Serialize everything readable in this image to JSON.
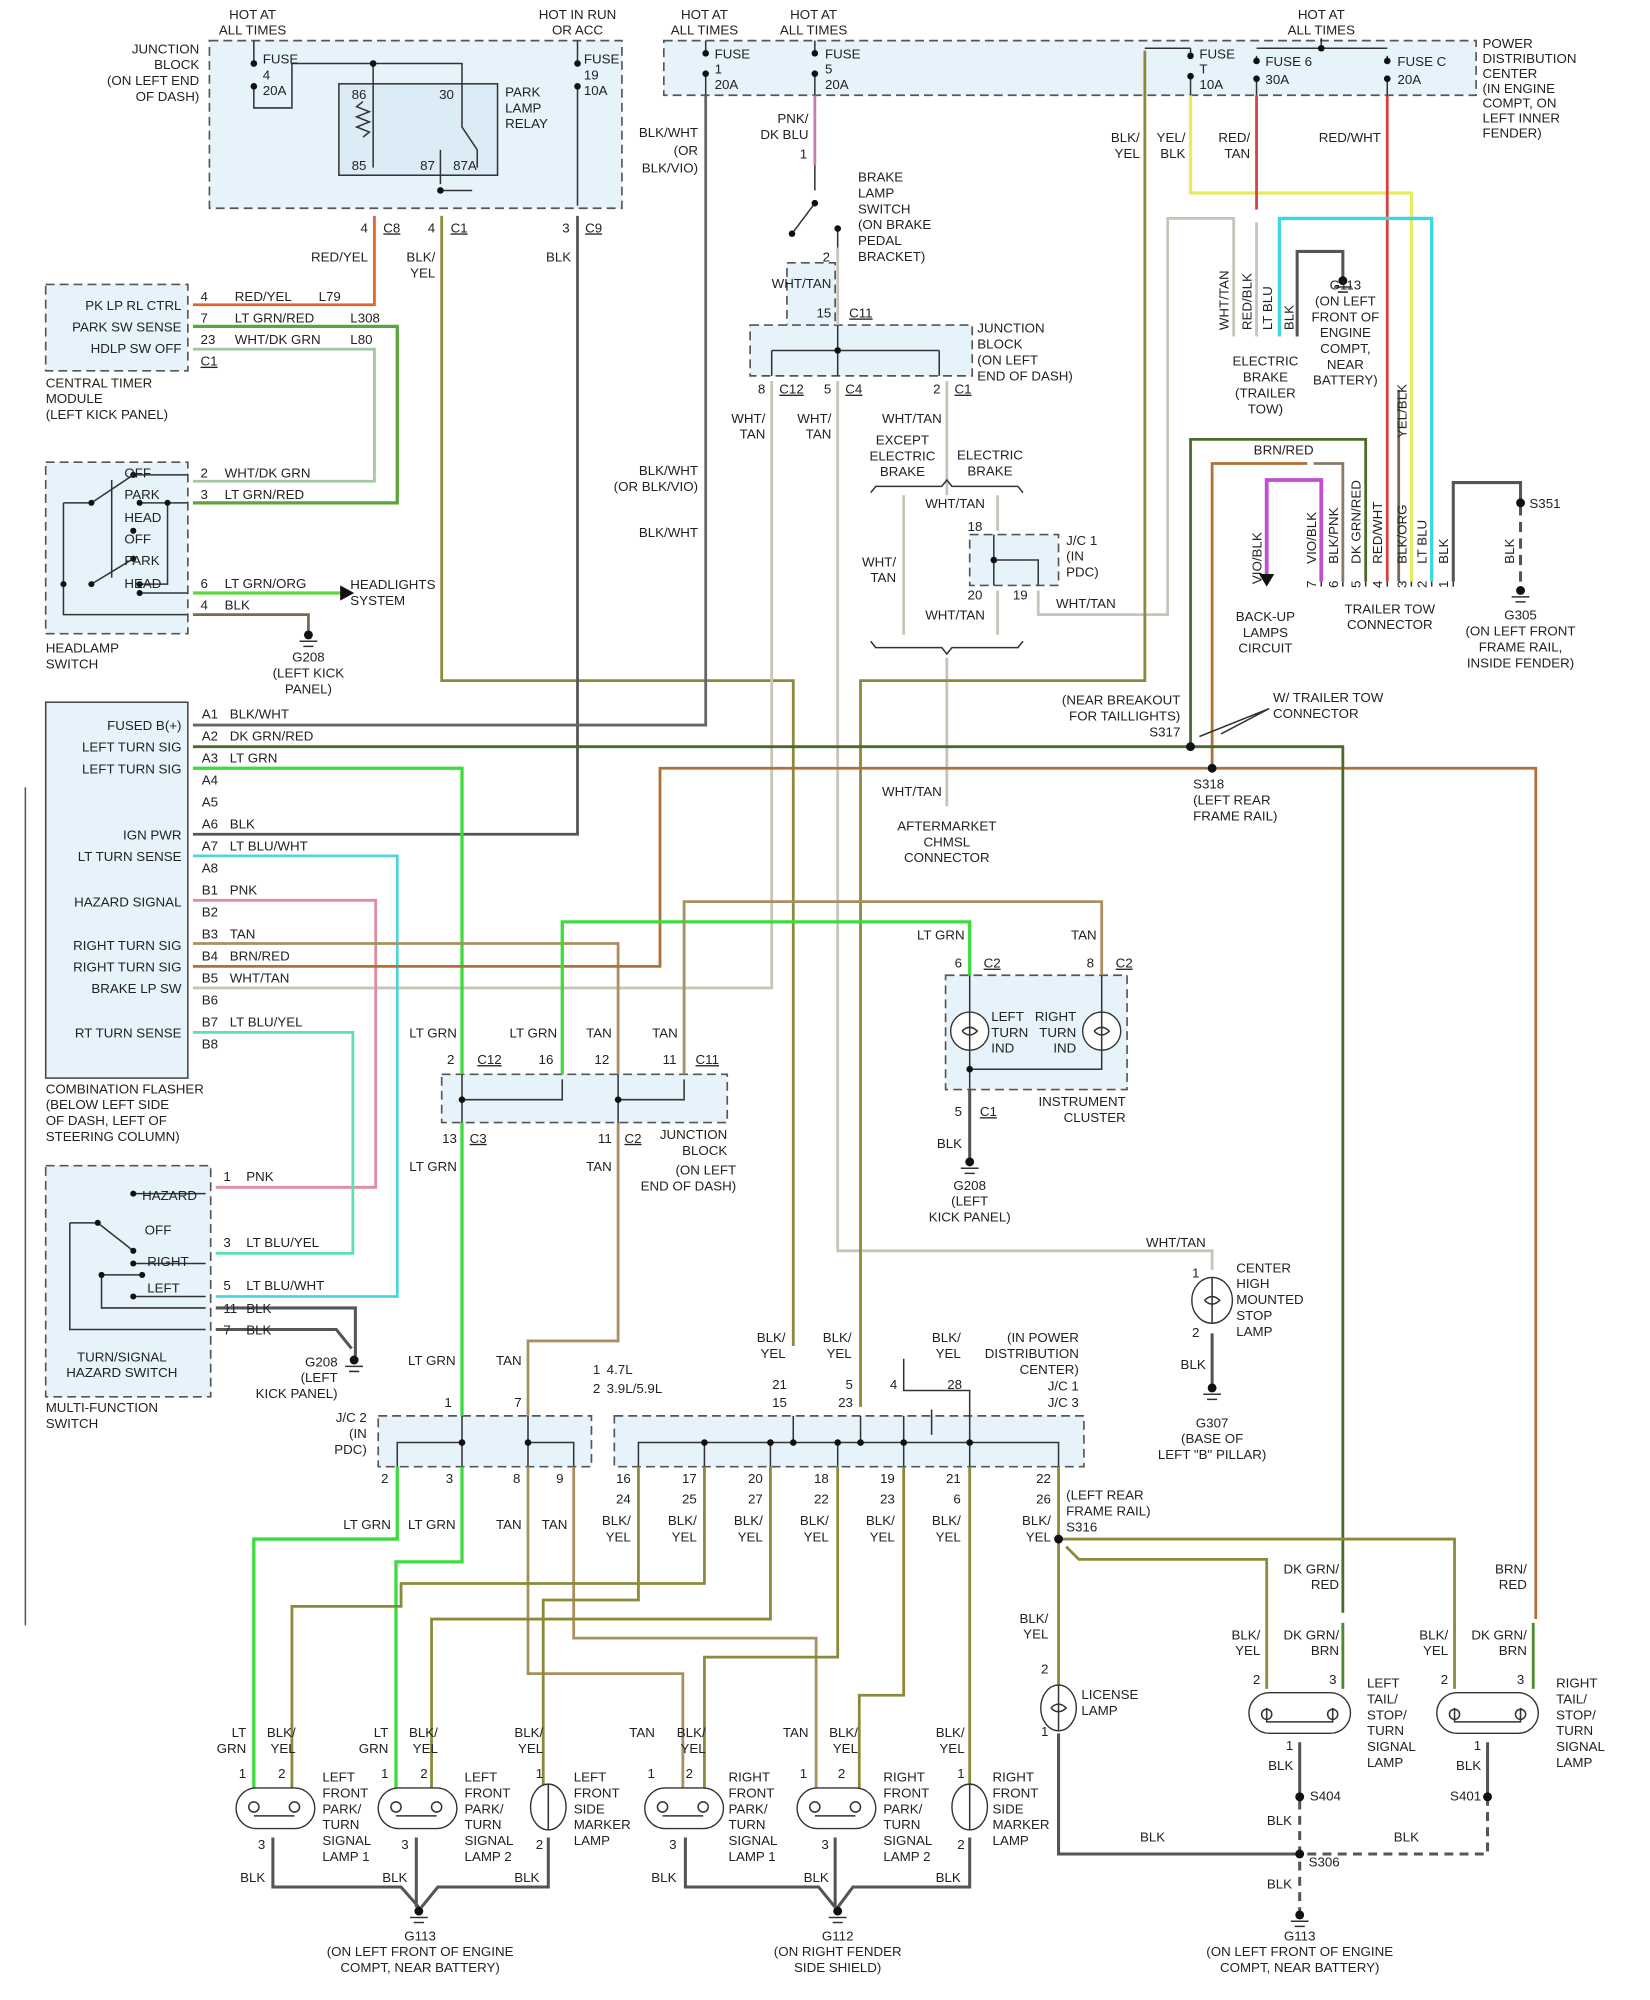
{
  "title": "Exterior Lighting / Turn Signal Wiring Diagram",
  "colors": {
    "BLK": "#555555",
    "BLK_WHT": "#666666",
    "BLK_YEL": "#8c8a3a",
    "RED_YEL": "#e0662a",
    "LT_GRN": "#3ddc3d",
    "LT_GRN_RED": "#5aa63a",
    "WHT_DK_GRN": "#a5c7a5",
    "LT_GRN_ORG": "#5fd83f",
    "DK_GRN_RED": "#4a6b2a",
    "LT_BLU": "#3ad8e0",
    "LT_BLU_WHT": "#4fd3df",
    "LT_BLU_YEL": "#5fe0b0",
    "PNK": "#e08ca0",
    "TAN": "#a89060",
    "BRN_RED": "#b0703a",
    "WHT_TAN": "#c8c4b8",
    "PNK_DK_BLU": "#c080b0",
    "YEL_BLK": "#eaea60",
    "RED_TAN": "#d84040",
    "RED_WHT": "#d84040",
    "VIO_BLK": "#c050d0",
    "BLK_ORG": "#7a6a50",
    "panel_fill": "#e6f3fb"
  },
  "junction_block_top": {
    "label": [
      "JUNCTION",
      "BLOCK",
      "(ON LEFT END",
      "OF DASH)"
    ],
    "hot1": [
      "HOT AT",
      "ALL TIMES"
    ],
    "hot2": [
      "HOT IN RUN",
      "OR ACC"
    ],
    "fuse4": [
      "FUSE",
      "4",
      "20A"
    ],
    "fuse19": [
      "FUSE",
      "19",
      "10A"
    ],
    "relay": [
      "PARK",
      "LAMP",
      "RELAY"
    ],
    "pins": {
      "p86": "86",
      "p30": "30",
      "p85": "85",
      "p87": "87",
      "p87a": "87A"
    },
    "conn": [
      {
        "pin": "4",
        "name": "C8"
      },
      {
        "pin": "4",
        "name": "C1"
      },
      {
        "pin": "3",
        "name": "C9"
      }
    ],
    "wires": {
      "red_yel": "RED/YEL",
      "blk_yel": [
        "BLK/",
        "YEL"
      ],
      "blk": "BLK"
    }
  },
  "pdc": {
    "label": [
      "POWER",
      "DISTRIBUTION",
      "CENTER",
      "(IN ENGINE",
      "COMPT, ON",
      "LEFT INNER",
      "FENDER)"
    ],
    "hot_a": [
      "HOT AT",
      "ALL TIMES"
    ],
    "hot_b": [
      "HOT AT",
      "ALL TIMES"
    ],
    "hot_c": [
      "HOT AT",
      "ALL TIMES"
    ],
    "fuses": [
      {
        "name": "FUSE",
        "id": "1",
        "amp": "20A"
      },
      {
        "name": "FUSE",
        "id": "5",
        "amp": "20A"
      },
      {
        "name": "FUSE",
        "id": "T",
        "amp": "10A"
      },
      {
        "name": "FUSE 6",
        "id": "",
        "amp": "30A"
      },
      {
        "name": "FUSE C",
        "id": "",
        "amp": "20A"
      }
    ],
    "wires": {
      "blk_wht": [
        "BLK/WHT",
        "(OR",
        "BLK/VIO)"
      ],
      "pnk_dk_blu": [
        "PNK/",
        "DK BLU"
      ],
      "blk_yel": [
        "BLK/",
        "YEL"
      ],
      "yel_blk": [
        "YEL/",
        "BLK"
      ],
      "red_tan": [
        "RED/",
        "TAN"
      ],
      "red_wht": "RED/WHT"
    }
  },
  "brake_switch": {
    "label": [
      "BRAKE",
      "LAMP",
      "SWITCH",
      "(ON BRAKE",
      "PEDAL",
      "BRACKET)"
    ],
    "pin1": "1",
    "pin2": "2",
    "wire": "WHT/TAN"
  },
  "junction_block_mid": {
    "label": [
      "JUNCTION",
      "BLOCK",
      "(ON LEFT",
      "END OF DASH)"
    ],
    "in": {
      "pin": "15",
      "name": "C11"
    },
    "outs": [
      {
        "pin": "8",
        "name": "C12"
      },
      {
        "pin": "5",
        "name": "C4"
      },
      {
        "pin": "2",
        "name": "C1"
      }
    ],
    "wires": {
      "w1": [
        "WHT/",
        "TAN"
      ],
      "w2": [
        "WHT/",
        "TAN"
      ],
      "w3": "WHT/TAN"
    }
  },
  "brake_options": {
    "except": [
      "EXCEPT",
      "ELECTRIC",
      "BRAKE"
    ],
    "electric": [
      "ELECTRIC",
      "BRAKE"
    ],
    "wht_tan_a": "WHT/TAN",
    "wht_tan_b": [
      "WHT/",
      "TAN"
    ],
    "wht_tan_c": "WHT/TAN",
    "wht_tan_d": "WHT/TAN",
    "wht_tan_e": "WHT/TAN",
    "jc1": [
      "J/C 1",
      "(IN",
      "PDC)"
    ],
    "p18": "18",
    "p20": "20",
    "p19": "19",
    "chmsl_conn": [
      "AFTERMARKET",
      "CHMSL",
      "CONNECTOR"
    ]
  },
  "blk_wht_lower": {
    "upper": [
      "BLK/WHT",
      "(OR BLK/VIO)"
    ],
    "lower": "BLK/WHT"
  },
  "electric_brake": {
    "vert": [
      "WHT/TAN",
      "RED/BLK",
      "LT BLU",
      "BLK"
    ],
    "label": [
      "ELECTRIC",
      "BRAKE",
      "(TRAILER",
      "TOW)"
    ],
    "g113": [
      "G113",
      "(ON LEFT",
      "FRONT OF",
      "ENGINE",
      "COMPT,",
      "NEAR",
      "BATTERY)"
    ]
  },
  "trailer_tow": {
    "label": [
      "TRAILER TOW",
      "CONNECTOR"
    ],
    "pins": [
      {
        "pin": "7",
        "wire": "VIO/BLK"
      },
      {
        "pin": "6",
        "wire": "BLK/PNK"
      },
      {
        "pin": "5",
        "wire": "DK GRN/RED"
      },
      {
        "pin": "4",
        "wire": "RED/WHT"
      },
      {
        "pin": "3",
        "wire": "BLK/ORG"
      },
      {
        "pin": "2",
        "wire": "LT BLU"
      },
      {
        "pin": "1",
        "wire": "BLK"
      }
    ],
    "yel_blk": "YEL/BLK",
    "brn_red": "BRN/RED",
    "backup": [
      "BACK-UP",
      "LAMPS",
      "CIRCUIT"
    ],
    "vio_blk": "VIO/BLK",
    "s351": "S351",
    "blk": "BLK",
    "g305": [
      "G305",
      "(ON LEFT FRONT",
      "FRAME RAIL,",
      "INSIDE FENDER)"
    ]
  },
  "splices": {
    "s317": [
      "(NEAR BREAKOUT",
      "FOR TAILLIGHTS)",
      "S317"
    ],
    "w_trailer": [
      "W/ TRAILER TOW",
      "CONNECTOR"
    ],
    "s318": [
      "S318",
      "(LEFT REAR",
      "FRAME RAIL)"
    ]
  },
  "ctm": {
    "label": [
      "CENTRAL TIMER",
      "MODULE",
      "(LEFT KICK PANEL)"
    ],
    "rows": [
      {
        "name": "PK LP RL CTRL",
        "pin": "4",
        "wire": "RED/YEL",
        "circuit": "L79"
      },
      {
        "name": "PARK SW SENSE",
        "pin": "7",
        "wire": "LT GRN/RED",
        "circuit": "L308"
      },
      {
        "name": "HDLP SW OFF",
        "pin": "23",
        "wire": "WHT/DK GRN",
        "circuit": "L80"
      }
    ],
    "conn": "C1"
  },
  "headlamp_switch": {
    "label": [
      "HEADLAMP",
      "SWITCH"
    ],
    "positions": [
      "OFF",
      "PARK",
      "HEAD",
      "OFF",
      "PARK",
      "HEAD"
    ],
    "rows": [
      {
        "pin": "2",
        "wire": "WHT/DK GRN"
      },
      {
        "pin": "3",
        "wire": "LT GRN/RED"
      },
      {
        "pin": "6",
        "wire": "LT GRN/ORG"
      },
      {
        "pin": "4",
        "wire": "BLK"
      }
    ],
    "headlights": [
      "HEADLIGHTS",
      "SYSTEM"
    ],
    "g208": [
      "G208",
      "(LEFT KICK",
      "PANEL)"
    ]
  },
  "flasher": {
    "label": [
      "COMBINATION FLASHER",
      "(BELOW LEFT SIDE",
      "OF DASH, LEFT OF",
      "STEERING COLUMN)"
    ],
    "functions": [
      "FUSED B(+)",
      "LEFT TURN SIG",
      "LEFT TURN SIG",
      "IGN PWR",
      "LT TURN SENSE",
      "HAZARD SIGNAL",
      "RIGHT TURN SIG",
      "RIGHT TURN SIG",
      "BRAKE LP SW",
      "RT TURN SENSE"
    ],
    "pins": [
      {
        "pin": "A1",
        "wire": "BLK/WHT"
      },
      {
        "pin": "A2",
        "wire": "DK GRN/RED"
      },
      {
        "pin": "A3",
        "wire": "LT GRN"
      },
      {
        "pin": "A4",
        "wire": ""
      },
      {
        "pin": "A5",
        "wire": ""
      },
      {
        "pin": "A6",
        "wire": "BLK"
      },
      {
        "pin": "A7",
        "wire": "LT BLU/WHT"
      },
      {
        "pin": "A8",
        "wire": ""
      },
      {
        "pin": "B1",
        "wire": "PNK"
      },
      {
        "pin": "B2",
        "wire": ""
      },
      {
        "pin": "B3",
        "wire": "TAN"
      },
      {
        "pin": "B4",
        "wire": "BRN/RED"
      },
      {
        "pin": "B5",
        "wire": "WHT/TAN"
      },
      {
        "pin": "B6",
        "wire": ""
      },
      {
        "pin": "B7",
        "wire": "LT BLU/YEL"
      },
      {
        "pin": "B8",
        "wire": ""
      }
    ]
  },
  "jb_lower": {
    "label": [
      "JUNCTION",
      "BLOCK",
      "(ON LEFT",
      "END OF DASH)"
    ],
    "top": [
      {
        "pin": "2",
        "name": "C12",
        "wire": "LT GRN"
      },
      {
        "pin": "16",
        "name": "",
        "wire": "LT GRN"
      },
      {
        "pin": "12",
        "name": "",
        "wire": "TAN"
      },
      {
        "pin": "11",
        "name": "C11",
        "wire": "TAN"
      }
    ],
    "bottom": [
      {
        "pin": "13",
        "name": "C3",
        "wire": "LT GRN"
      },
      {
        "pin": "11",
        "name": "C2",
        "wire": "TAN"
      }
    ]
  },
  "cluster": {
    "label": [
      "INSTRUMENT",
      "CLUSTER"
    ],
    "left": [
      "LEFT",
      "TURN",
      "IND"
    ],
    "right": [
      "RIGHT",
      "TURN",
      "IND"
    ],
    "c2a": {
      "pin": "6",
      "name": "C2",
      "wire": "LT GRN"
    },
    "c2b": {
      "pin": "8",
      "name": "C2",
      "wire": "TAN"
    },
    "c1": {
      "pin": "5",
      "name": "C1",
      "wire": "BLK"
    },
    "g208": [
      "G208",
      "(LEFT",
      "KICK PANEL)"
    ]
  },
  "chmsl": {
    "wire": "WHT/TAN",
    "label": [
      "CENTER",
      "HIGH",
      "MOUNTED",
      "STOP",
      "LAMP"
    ],
    "p1": "1",
    "p2": "2",
    "blk": "BLK",
    "g307": [
      "G307",
      "(BASE OF",
      "LEFT \"B\" PILLAR)"
    ]
  },
  "mfs": {
    "inner": [
      "TURN/SIGNAL",
      "HAZARD SWITCH"
    ],
    "outer": [
      "MULTI-FUNCTION",
      "SWITCH"
    ],
    "positions": [
      "HAZARD",
      "OFF",
      "RIGHT",
      "LEFT"
    ],
    "rows": [
      {
        "pin": "1",
        "wire": "PNK"
      },
      {
        "pin": "3",
        "wire": "LT BLU/YEL"
      },
      {
        "pin": "5",
        "wire": "LT BLU/WHT"
      },
      {
        "pin": "11",
        "wire": "BLK"
      },
      {
        "pin": "7",
        "wire": "BLK"
      }
    ],
    "g208": [
      "G208",
      "(LEFT",
      "KICK PANEL)"
    ]
  },
  "jc2": {
    "label": [
      "J/C 2",
      "(IN",
      "PDC)"
    ],
    "top": [
      {
        "pin": "1",
        "wire": "LT GRN"
      },
      {
        "pin": "7",
        "wire": "TAN"
      }
    ],
    "bottom": [
      {
        "pin": "2",
        "wire": "LT GRN"
      },
      {
        "pin": "3",
        "wire": "LT GRN"
      },
      {
        "pin": "8",
        "wire": "TAN"
      },
      {
        "pin": "9",
        "wire": "TAN"
      }
    ]
  },
  "legend": {
    "n1": "1",
    "n2": "2",
    "l1": "4.7L",
    "l2": "3.9L/5.9L"
  },
  "jc13": {
    "label": [
      "(IN POWER",
      "DISTRIBUTION",
      "CENTER)"
    ],
    "jc1": "J/C 1",
    "jc3": "J/C 3",
    "top": [
      {
        "a": "21",
        "b": "15",
        "wire": [
          "BLK/",
          "YEL"
        ]
      },
      {
        "a": "5",
        "b": "23",
        "wire": [
          "BLK/",
          "YEL"
        ]
      },
      {
        "a": "4",
        "b": "",
        "wire": [
          "BLK/",
          "YEL"
        ]
      },
      {
        "a": "28",
        "b": "",
        "wire": []
      }
    ],
    "bottom": [
      {
        "a": "16",
        "b": "24"
      },
      {
        "a": "17",
        "b": "25"
      },
      {
        "a": "20",
        "b": "27"
      },
      {
        "a": "18",
        "b": "22"
      },
      {
        "a": "19",
        "b": "23"
      },
      {
        "a": "21",
        "b": "6"
      },
      {
        "a": "22",
        "b": "26"
      }
    ],
    "wire": [
      "BLK/",
      "YEL"
    ],
    "s316": [
      "(LEFT REAR",
      "FRAME RAIL)",
      "S316"
    ]
  },
  "front_lamps": [
    {
      "label": [
        "LEFT",
        "FRONT",
        "PARK/",
        "TURN",
        "SIGNAL",
        "LAMP 1"
      ],
      "w1": [
        "LT",
        "GRN"
      ],
      "w2": [
        "BLK/",
        "YEL"
      ],
      "p": [
        "1",
        "2",
        "3"
      ],
      "gnd": "BLK"
    },
    {
      "label": [
        "LEFT",
        "FRONT",
        "PARK/",
        "TURN",
        "SIGNAL",
        "LAMP 2"
      ],
      "w1": [
        "LT",
        "GRN"
      ],
      "w2": [
        "BLK/",
        "YEL"
      ],
      "p": [
        "1",
        "2",
        "3"
      ],
      "gnd": "BLK"
    },
    {
      "label": [
        "LEFT",
        "FRONT",
        "SIDE",
        "MARKER",
        "LAMP"
      ],
      "w1": [
        "BLK/",
        "YEL"
      ],
      "p": [
        "1",
        "2"
      ],
      "gnd": "BLK"
    },
    {
      "label": [
        "RIGHT",
        "FRONT",
        "PARK/",
        "TURN",
        "SIGNAL",
        "LAMP 1"
      ],
      "w1": [
        "TAN"
      ],
      "w2": [
        "BLK/",
        "YEL"
      ],
      "p": [
        "1",
        "2",
        "3"
      ],
      "gnd": "BLK"
    },
    {
      "label": [
        "RIGHT",
        "FRONT",
        "PARK/",
        "TURN",
        "SIGNAL",
        "LAMP 2"
      ],
      "w1": [
        "TAN"
      ],
      "w2": [
        "BLK/",
        "YEL"
      ],
      "p": [
        "1",
        "2",
        "3"
      ],
      "gnd": "BLK"
    },
    {
      "label": [
        "RIGHT",
        "FRONT",
        "SIDE",
        "MARKER",
        "LAMP"
      ],
      "w1": [
        "BLK/",
        "YEL"
      ],
      "p": [
        "1",
        "2"
      ],
      "gnd": "BLK"
    }
  ],
  "grounds_bottom": {
    "g113a": [
      "G113",
      "(ON LEFT FRONT OF ENGINE",
      "COMPT, NEAR BATTERY)"
    ],
    "g112": [
      "G112",
      "(ON RIGHT FENDER",
      "SIDE SHIELD)"
    ],
    "g113b": [
      "G113",
      "(ON LEFT FRONT OF ENGINE",
      "COMPT, NEAR BATTERY)"
    ]
  },
  "rear": {
    "license": {
      "label": [
        "LICENSE",
        "LAMP"
      ],
      "wire": [
        "BLK/",
        "YEL"
      ],
      "p2": "2",
      "p1": "1"
    },
    "left_tail": {
      "label": [
        "LEFT",
        "TAIL/",
        "STOP/",
        "TURN",
        "SIGNAL",
        "LAMP"
      ],
      "w_yel": [
        "BLK/",
        "YEL"
      ],
      "w_up": [
        "DK GRN/",
        "RED"
      ],
      "w_dn": [
        "DK GRN/",
        "BRN"
      ],
      "p2": "2",
      "p3": "3",
      "p1": "1",
      "blk": "BLK",
      "splice": "S404"
    },
    "right_tail": {
      "label": [
        "RIGHT",
        "TAIL/",
        "STOP/",
        "TURN",
        "SIGNAL",
        "LAMP"
      ],
      "w_yel": [
        "BLK/",
        "YEL"
      ],
      "w_up": [
        "BRN/",
        "RED"
      ],
      "w_dn": [
        "DK GRN/",
        "BRN"
      ],
      "p2": "2",
      "p3": "3",
      "p1": "1",
      "blk": "BLK",
      "splice": "S401"
    },
    "s306": "S306",
    "blk_a": "BLK",
    "blk_b": "BLK",
    "blk_c": "BLK",
    "blk_d": "BLK"
  }
}
